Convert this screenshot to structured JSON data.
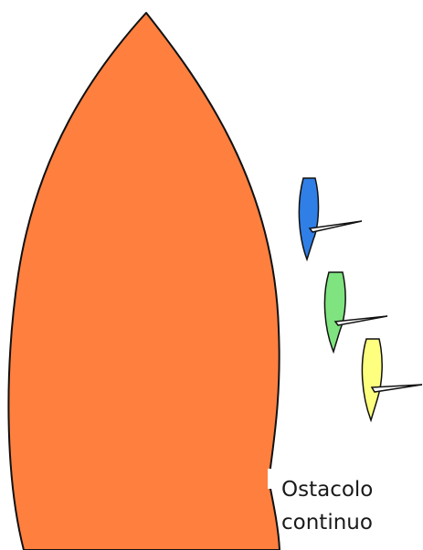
{
  "caption": {
    "line1": "Ostacolo",
    "line2": "continuo"
  },
  "colors": {
    "obstacle": "#ff7f3f",
    "outline": "#111111",
    "boat_blue": "#2f7fe6",
    "boat_green": "#7fe37f",
    "boat_yellow": "#ffff7f",
    "sail": "#ffffff"
  },
  "boats": [
    {
      "name": "blue-boat",
      "color_key": "boat_blue"
    },
    {
      "name": "green-boat",
      "color_key": "boat_green"
    },
    {
      "name": "yellow-boat",
      "color_key": "boat_yellow"
    }
  ]
}
